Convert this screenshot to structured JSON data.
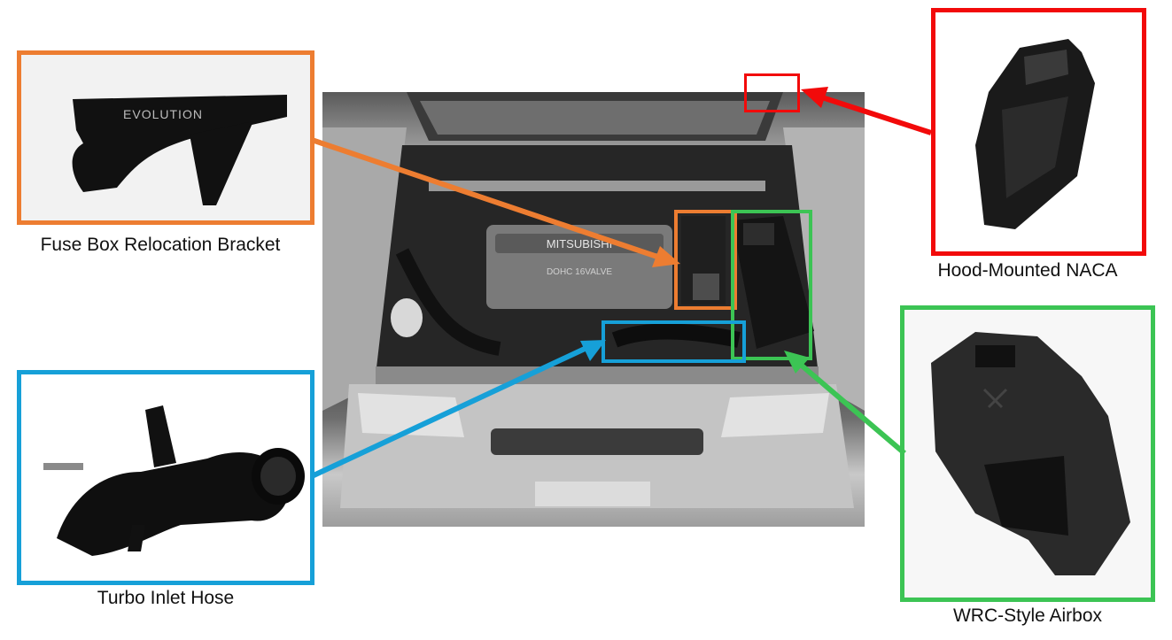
{
  "colors": {
    "orange": "#ed7d31",
    "red": "#f20a0a",
    "green": "#3cc454",
    "blue": "#16a0d8"
  },
  "parts": {
    "fuse_bracket": {
      "caption": "Fuse Box Relocation Bracket",
      "stamp_text": "EVOLUTION"
    },
    "hood_naca": {
      "caption": "Hood-Mounted NACA"
    },
    "turbo_hose": {
      "caption": "Turbo Inlet Hose"
    },
    "wrc_airbox": {
      "caption": "WRC-Style Airbox"
    }
  },
  "engine_photo": {
    "badge_text": "MITSUBISHI",
    "cam_text": "DOHC 16VALVE"
  }
}
